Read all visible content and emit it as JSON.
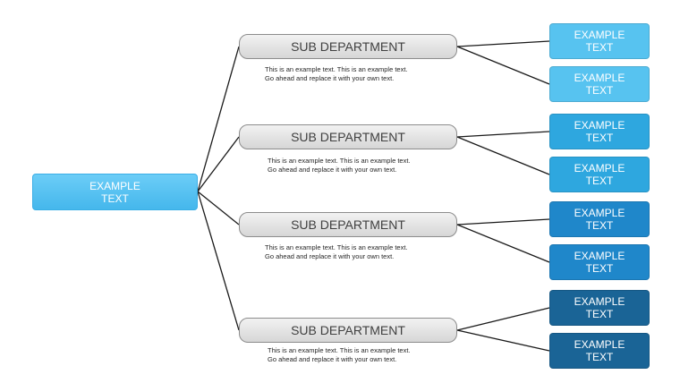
{
  "root": {
    "label": "EXAMPLE\nTEXT",
    "color": "#4fbdf0"
  },
  "line_color": "#1a1a1a",
  "sub_fill": "#dcdcdc",
  "departments": [
    {
      "title": "SUB DEPARTMENT",
      "desc_line1": "This is an example text. This is an example text.",
      "desc_line2": "Go ahead  and replace it with your own text.",
      "children": [
        {
          "label": "EXAMPLE\nTEXT",
          "color": "#57c3f0"
        },
        {
          "label": "EXAMPLE\nTEXT",
          "color": "#57c3f0"
        }
      ]
    },
    {
      "title": "SUB DEPARTMENT",
      "desc_line1": "This is an example text. This is an example text.",
      "desc_line2": "Go ahead  and replace it with your own text.",
      "children": [
        {
          "label": "EXAMPLE\nTEXT",
          "color": "#2ea7df"
        },
        {
          "label": "EXAMPLE\nTEXT",
          "color": "#2ea7df"
        }
      ]
    },
    {
      "title": "SUB DEPARTMENT",
      "desc_line1": "This is an example text. This is an example text.",
      "desc_line2": "Go ahead  and replace it with your own text.",
      "children": [
        {
          "label": "EXAMPLE\nTEXT",
          "color": "#1f87ca"
        },
        {
          "label": "EXAMPLE\nTEXT",
          "color": "#1f87ca"
        }
      ]
    },
    {
      "title": "SUB DEPARTMENT",
      "desc_line1": "This is an example text. This is an example text.",
      "desc_line2": "Go ahead  and replace it with your own text.",
      "children": [
        {
          "label": "EXAMPLE\nTEXT",
          "color": "#1a6496"
        },
        {
          "label": "EXAMPLE\nTEXT",
          "color": "#1a6496"
        }
      ]
    }
  ]
}
